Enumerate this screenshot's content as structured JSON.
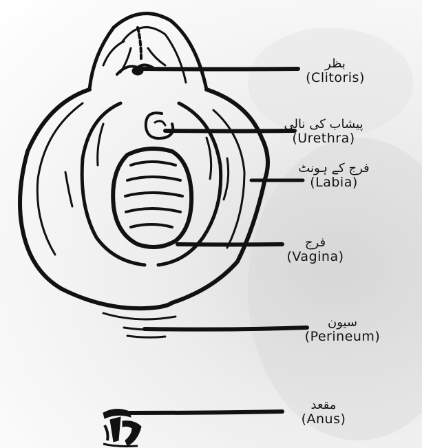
{
  "labels": [
    {
      "id": "clitoris",
      "urdu": "بظر",
      "english": "(Clitoris)"
    },
    {
      "id": "urethra",
      "urdu": "پیشاب کی نالی",
      "english": "(Urethra)"
    },
    {
      "id": "labia",
      "urdu": "فرج کے ہونٹ",
      "english": "(Labia)"
    },
    {
      "id": "vagina",
      "urdu": "فرج",
      "english": "(Vagina)"
    },
    {
      "id": "perineum",
      "urdu": "سیون",
      "english": "(Perineum)"
    },
    {
      "id": "anus",
      "urdu": "مقعد",
      "english": "(Anus)"
    }
  ]
}
